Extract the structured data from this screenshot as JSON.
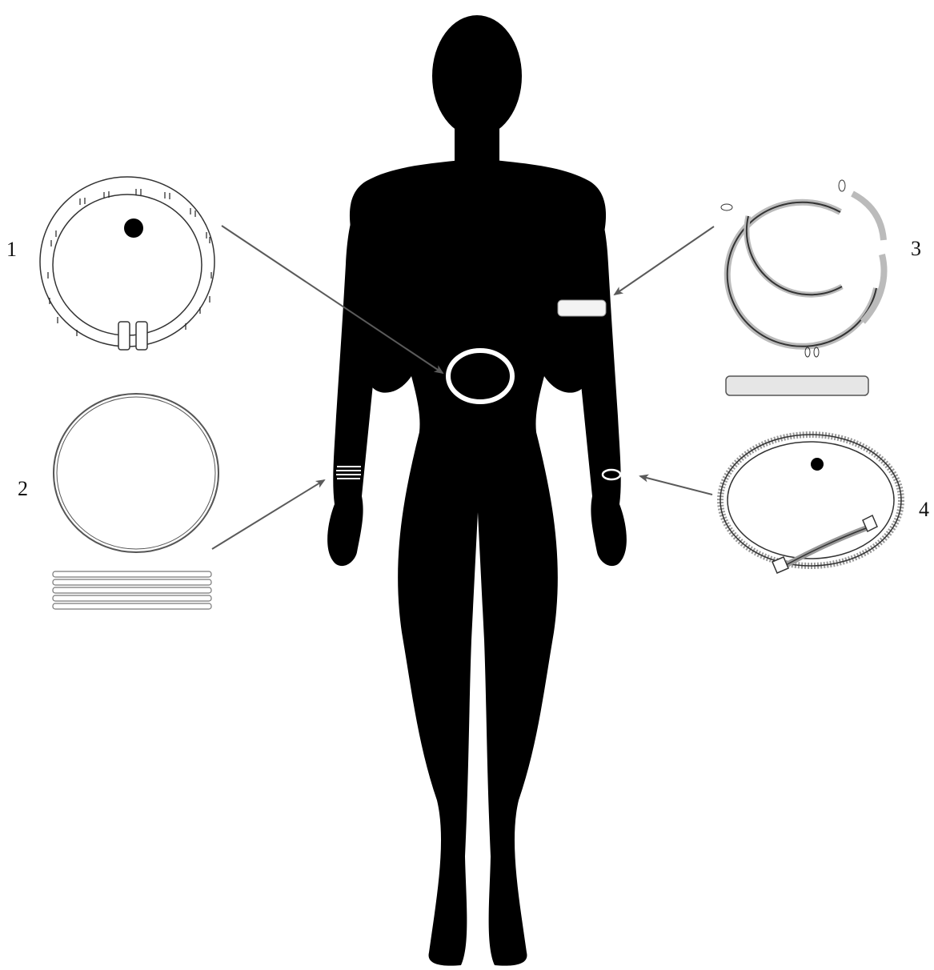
{
  "labels": {
    "one": "1",
    "two": "2",
    "three": "3",
    "four": "4"
  },
  "colors": {
    "silhouette": "#000000",
    "arrow": "#5a5a5a",
    "line_art": "#333333"
  },
  "icons": [
    "human-silhouette",
    "arrow"
  ]
}
